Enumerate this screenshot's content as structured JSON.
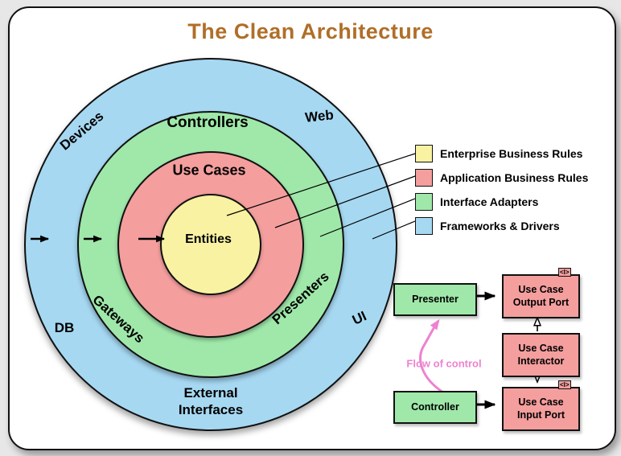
{
  "title": "The Clean Architecture",
  "colors": {
    "yellow": "#F8F2A2",
    "red": "#F49E9E",
    "green": "#9FE8A9",
    "blue": "#A6D8F2",
    "title_color": "#B06E28",
    "flow_pink": "#EE82D0"
  },
  "rings": {
    "entities": "Entities",
    "use_cases": "Use Cases",
    "controllers": "Controllers",
    "gateways": "Gateways",
    "presenters": "Presenters",
    "devices": "Devices",
    "web": "Web",
    "db": "DB",
    "ui": "UI",
    "external": "External Interfaces"
  },
  "legend": {
    "items": [
      {
        "label": "Enterprise Business Rules",
        "color": "#F8F2A2"
      },
      {
        "label": "Application Business Rules",
        "color": "#F49E9E"
      },
      {
        "label": "Interface Adapters",
        "color": "#9FE8A9"
      },
      {
        "label": "Frameworks & Drivers",
        "color": "#A6D8F2"
      }
    ]
  },
  "flow": {
    "presenter": "Presenter",
    "controller": "Controller",
    "output_port": "Use Case Output Port",
    "interactor": "Use Case Interactor",
    "input_port": "Use Case Input Port",
    "flow_label": "Flow of control",
    "interface_marker": "<I>"
  }
}
